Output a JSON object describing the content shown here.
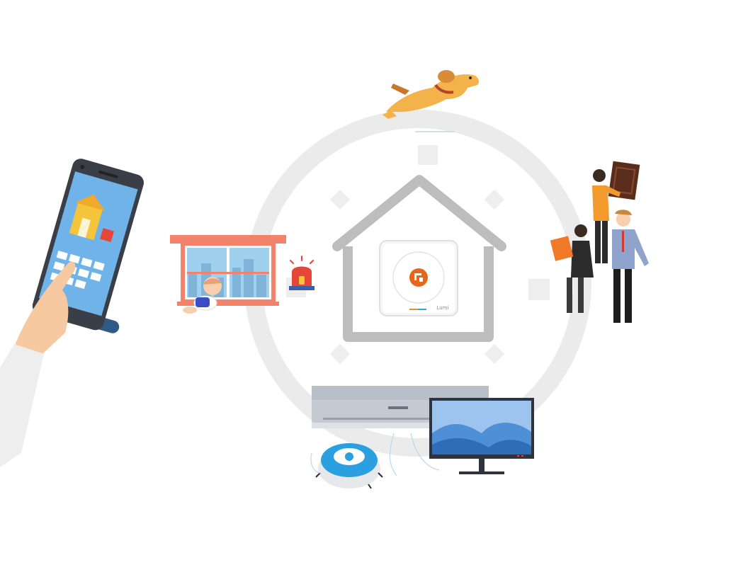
{
  "hub": {
    "brand_text": "Lumi",
    "logo_color": "#e8661c",
    "led_colors": [
      "#f08a2a",
      "#2aa8e0"
    ]
  },
  "palette": {
    "ring": "#ebebeb",
    "house_stroke": "#bdbdbd",
    "diamond": "#eeeeee",
    "accent_orange": "#f08a2a",
    "window_frame": "#f3826a",
    "phone_body": "#3a3f47",
    "phone_screen": "#6fb3e8",
    "tv_screen": "#4f8fd6",
    "ac_body": "#b9bec8",
    "robot_blue": "#2aa0e0",
    "alarm_red": "#e6453a"
  },
  "icons": {
    "dog": "dog-illustration",
    "phone": "smartphone-illustration",
    "window": "window-illustration",
    "alarm": "siren-alarm-icon",
    "people": "visitors-at-door-illustration",
    "ac": "air-conditioner-illustration",
    "tv": "monitor-illustration",
    "robot": "robot-vacuum-illustration"
  }
}
